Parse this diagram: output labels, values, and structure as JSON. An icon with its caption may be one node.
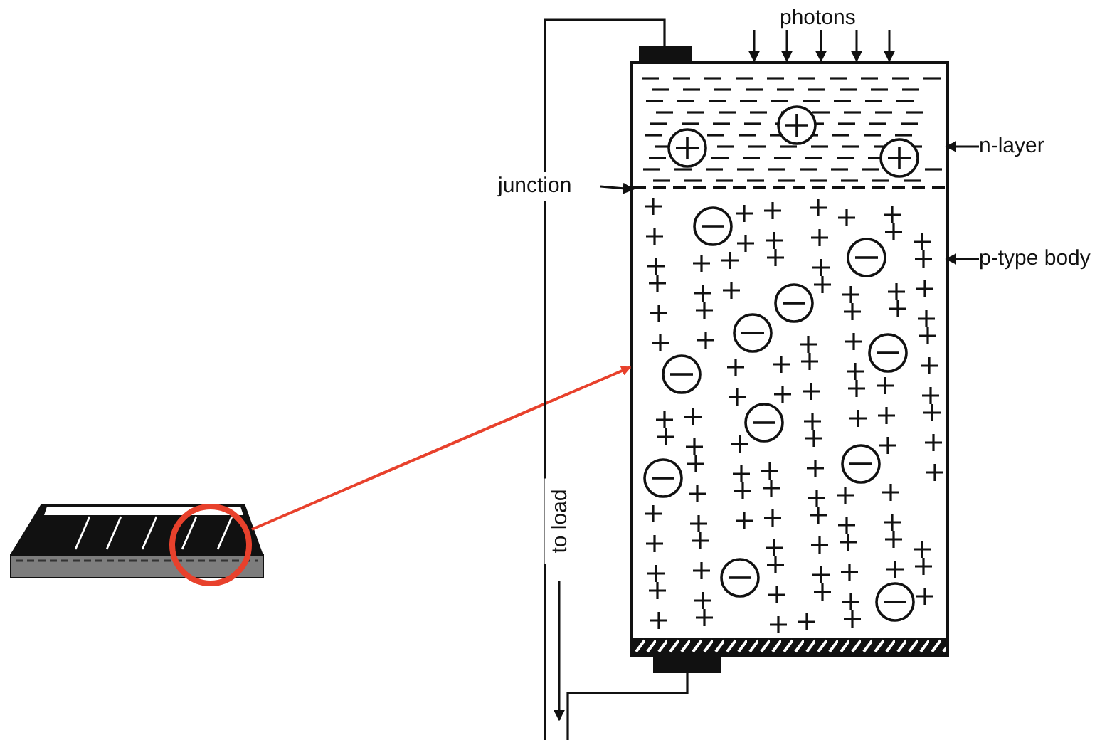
{
  "diagram": {
    "nodes": [
      {
        "text": [],
        "shape": "picture"
      },
      {
        "text": [],
        "shape": "circle"
      },
      {
        "text": [],
        "shape": "box"
      },
      {
        "text": [],
        "shape": "box",
        "in": 2
      },
      {
        "text": [],
        "shape": "box",
        "in": 2
      },
      {
        "text": [],
        "shape": "bar"
      },
      {
        "text": [],
        "shape": "bar"
      },
      {
        "text": [
          "n-layer"
        ]
      },
      {
        "text": [
          "junction"
        ]
      },
      {
        "text": [
          "p-type body"
        ]
      }
    ],
    "edges": [
      {
        "from": 1,
        "to": 2,
        "arrow": "to",
        "color": "#e8412c"
      },
      {
        "from": 7,
        "to": 3,
        "arrow": "to"
      },
      {
        "from": 8,
        "to": 3,
        "arrow": "to"
      },
      {
        "from": 9,
        "to": 4,
        "arrow": "to"
      },
      {
        "from": 5,
        "to": null,
        "arrow": "none"
      },
      {
        "from": 6,
        "to": null,
        "arrow": "none"
      }
    ],
    "labels": [
      "photons",
      "to load"
    ]
  }
}
